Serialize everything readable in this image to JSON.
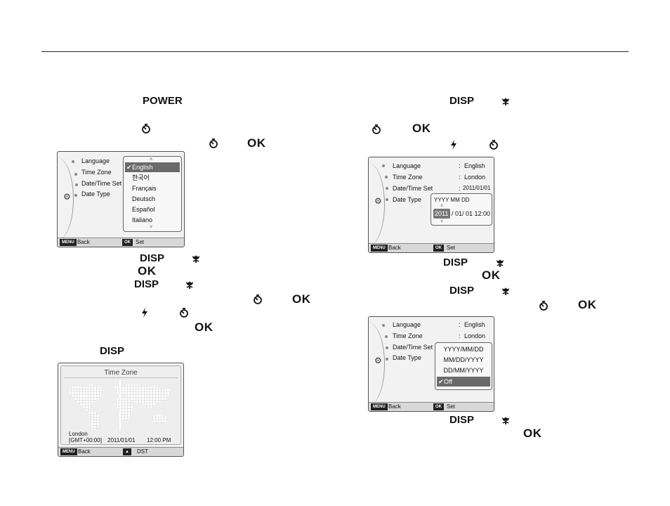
{
  "instructions": {
    "power_key": "POWER",
    "disp_key": "DISP",
    "ok_key": "OK"
  },
  "screen1": {
    "menu": [
      "Language",
      "Time Zone",
      "Date/Time Set",
      "Date Type"
    ],
    "languages": [
      "English",
      "한국어",
      "Français",
      "Deutsch",
      "Español",
      "Italiano"
    ],
    "selected_index": 0,
    "bar": {
      "back_tag": "MENU",
      "back": "Back",
      "ok_tag": "OK",
      "set": "Set"
    }
  },
  "screen2": {
    "title": "Time Zone",
    "city": "London",
    "gmt": "[GMT+00:00]",
    "date": "2011/01/01",
    "time": "12:00 PM",
    "bar": {
      "back_tag": "MENU",
      "back": "Back",
      "dst": "DST"
    }
  },
  "screen3": {
    "menu": [
      "Language",
      "Time Zone",
      "Date/Time Set",
      "Date Type"
    ],
    "values": [
      "English",
      "London",
      "2011/01/01"
    ],
    "editor_header": "YYYY  MM  DD",
    "editor_year": "2011",
    "editor_rest": "/ 01/ 01  12:00",
    "bar": {
      "back_tag": "MENU",
      "back": "Back",
      "ok_tag": "OK",
      "set": "Set"
    }
  },
  "screen4": {
    "menu": [
      "Language",
      "Time Zone",
      "Date/Time Set",
      "Date Type"
    ],
    "values": [
      "English",
      "London"
    ],
    "date_types": [
      "YYYY/MM/DD",
      "MM/DD/YYYY",
      "DD/MM/YYYY",
      "Off"
    ],
    "selected_index": 3,
    "bar": {
      "back_tag": "MENU",
      "back": "Back",
      "ok_tag": "OK",
      "set": "Set"
    }
  }
}
